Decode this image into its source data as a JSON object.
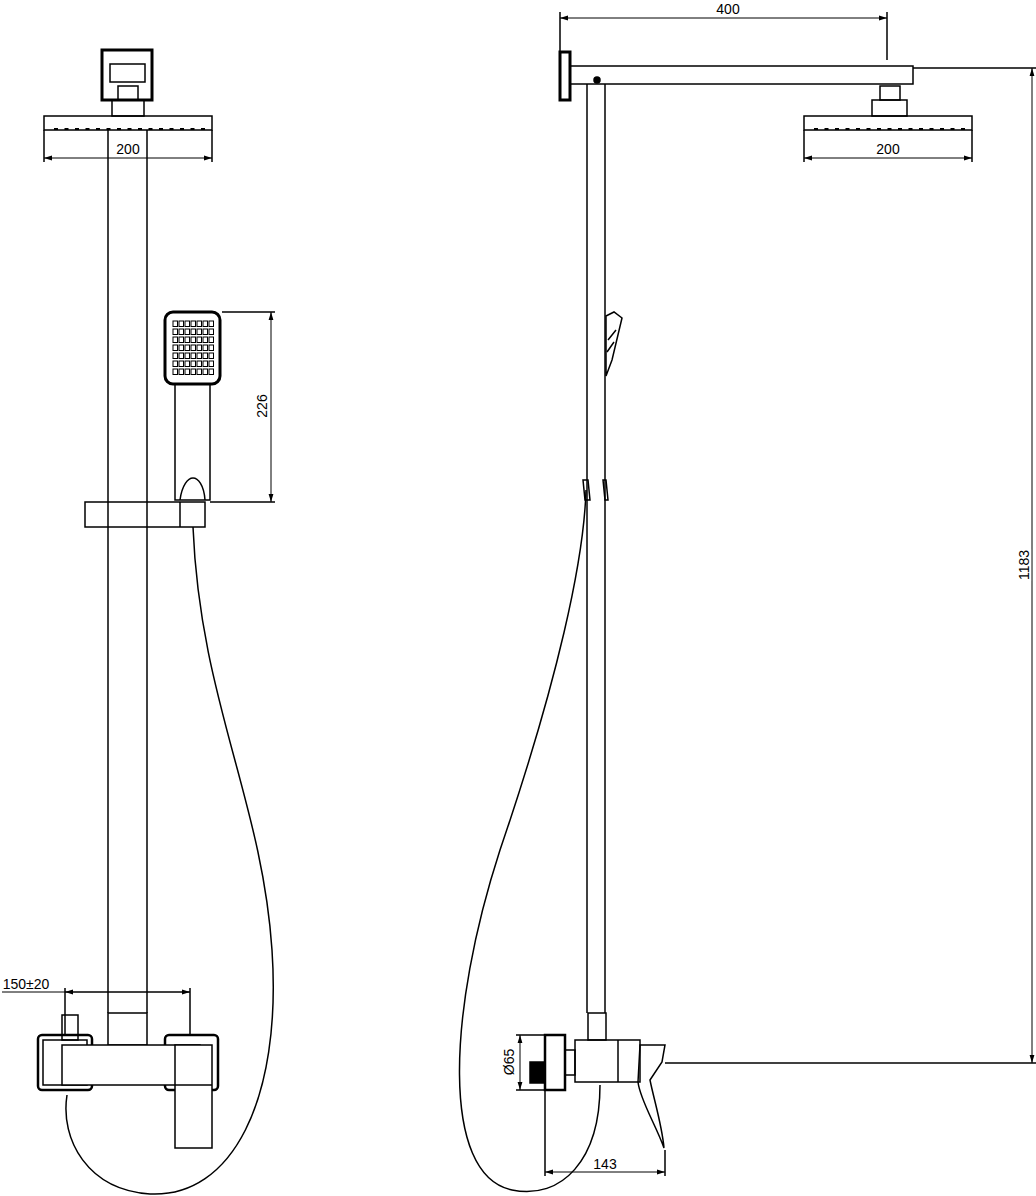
{
  "diagram": {
    "labels": [
      "200",
      "226",
      "150±20",
      "400",
      "200",
      "1183",
      "Ø65",
      "143"
    ]
  }
}
